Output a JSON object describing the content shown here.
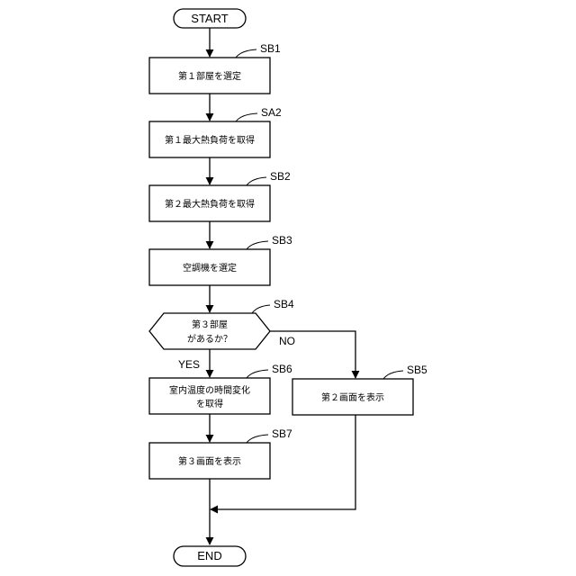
{
  "terminals": {
    "start": "START",
    "end": "END"
  },
  "steps": {
    "sb1": {
      "ref": "SB1",
      "text": "第１部屋を選定"
    },
    "sa2": {
      "ref": "SA2",
      "text": "第１最大熱負荷を取得"
    },
    "sb2": {
      "ref": "SB2",
      "text": "第２最大熱負荷を取得"
    },
    "sb3": {
      "ref": "SB3",
      "text": "空調機を選定"
    },
    "sb4": {
      "ref": "SB4",
      "line1": "第３部屋",
      "line2": "があるか？"
    },
    "sb5": {
      "ref": "SB5",
      "text": "第２画面を表示"
    },
    "sb6": {
      "ref": "SB6",
      "line1": "室内温度の時間変化",
      "line2": "を取得"
    },
    "sb7": {
      "ref": "SB7",
      "text": "第３画面を表示"
    }
  },
  "branches": {
    "yes": "YES",
    "no": "NO"
  }
}
